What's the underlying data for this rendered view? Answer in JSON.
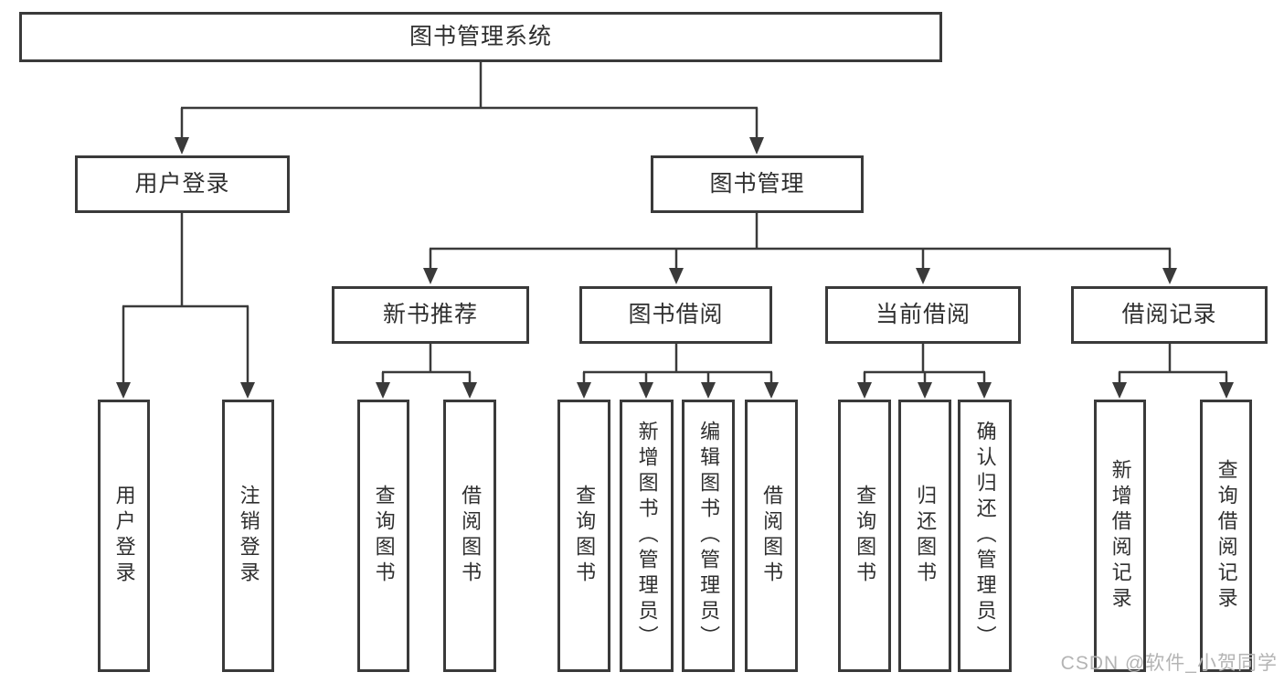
{
  "watermark": "CSDN @软件_小贺同学",
  "colors": {
    "line": "#3a3a3a",
    "text": "#2f2f2f",
    "background": "#ffffff",
    "watermark": "#b4b4b4"
  },
  "root": {
    "label": "图书管理系统"
  },
  "branches": [
    {
      "label": "用户登录",
      "children": [
        {
          "label": "用户登录"
        },
        {
          "label": "注销登录"
        }
      ]
    },
    {
      "label": "图书管理",
      "children": [
        {
          "label": "新书推荐",
          "children": [
            {
              "label": "查询图书"
            },
            {
              "label": "借阅图书"
            }
          ]
        },
        {
          "label": "图书借阅",
          "children": [
            {
              "label": "查询图书"
            },
            {
              "label": "新增图书（管理员）"
            },
            {
              "label": "编辑图书（管理员）"
            },
            {
              "label": "借阅图书"
            }
          ]
        },
        {
          "label": "当前借阅",
          "children": [
            {
              "label": "查询图书"
            },
            {
              "label": "归还图书"
            },
            {
              "label": "确认归还（管理员）"
            }
          ]
        },
        {
          "label": "借阅记录",
          "children": [
            {
              "label": "新增借阅记录"
            },
            {
              "label": "查询借阅记录"
            }
          ]
        }
      ]
    }
  ]
}
